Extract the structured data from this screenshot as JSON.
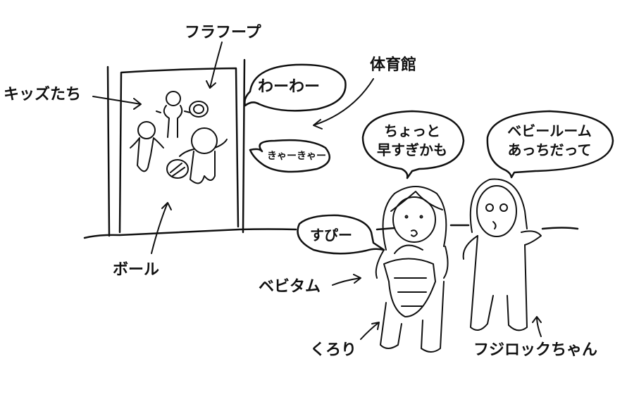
{
  "labels": {
    "hula_hoop": "フラフープ",
    "kids": "キッズたち",
    "gym": "体育館",
    "ball": "ボール",
    "baby_tam": "ベビタム",
    "kurori": "くろり",
    "fujirock": "フジロックちゃん"
  },
  "bubbles": {
    "waawaa": "わーわー",
    "kyaakyaa": "きゃーきゃー",
    "kurori_line1": "ちょっと",
    "kurori_line2": "早すぎかも",
    "fuji_line1": "ベビールーム",
    "fuji_line2": "あっちだって",
    "supii": "すぴー"
  },
  "colors": {
    "ink": "#111111",
    "background": "#ffffff"
  }
}
